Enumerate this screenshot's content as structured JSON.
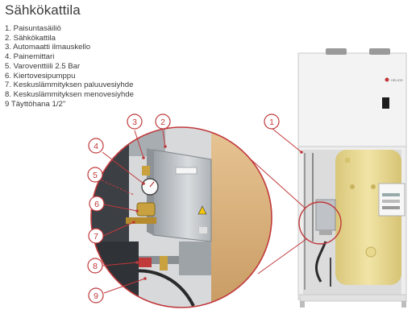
{
  "title": "Sähkökattila",
  "legend": [
    "1. Paisuntasäiliö",
    "2. Sähkökattila",
    "3. Automaatti ilmauskello",
    "4. Painemittari",
    "5. Varoventtiili 2.5 Bar",
    "6. Kiertovesipumppu",
    "7. Keskuslämmityksen paluuvesiyhde",
    "8. Keskuslämmityksen menovesiyhde",
    "9 Täyttöhana 1/2\""
  ],
  "callouts": [
    "1",
    "2",
    "3",
    "4",
    "5",
    "6",
    "7",
    "8",
    "9"
  ],
  "unit_badge": "HELIOS",
  "colors": {
    "accent": "#c0393b",
    "insulation": "#e9dc98",
    "cabinet": "#f2f2f2"
  }
}
